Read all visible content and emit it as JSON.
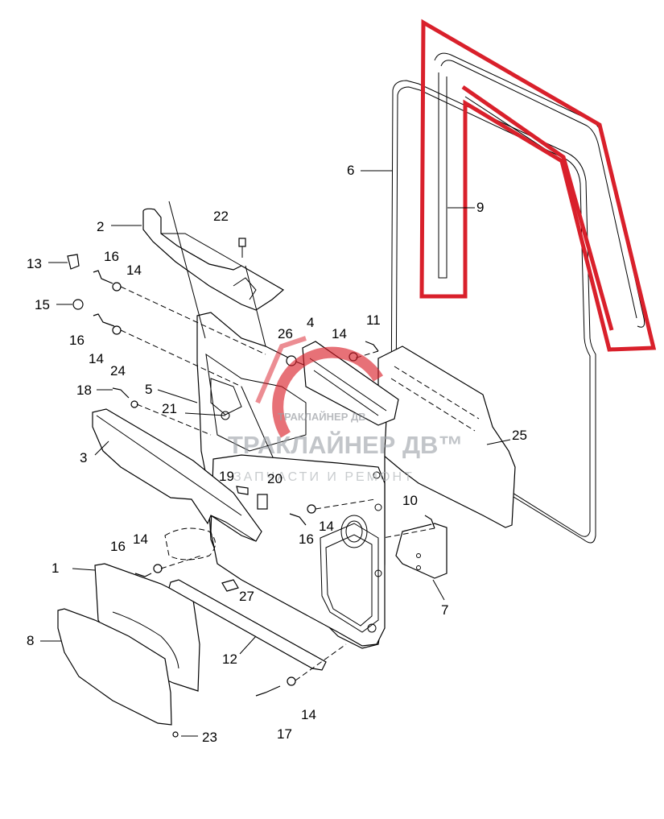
{
  "labels": {
    "p1": "1",
    "p2": "2",
    "p3": "3",
    "p4": "4",
    "p5": "5",
    "p6": "6",
    "p7": "7",
    "p8": "8",
    "p9": "9",
    "p10": "10",
    "p11": "11",
    "p12": "12",
    "p13": "13",
    "p14a": "14",
    "p14b": "14",
    "p14c": "14",
    "p14d": "14",
    "p14e": "14",
    "p14f": "14",
    "p15": "15",
    "p16a": "16",
    "p16b": "16",
    "p16c": "16",
    "p16d": "16",
    "p17": "17",
    "p18": "18",
    "p19": "19",
    "p20": "20",
    "p21": "21",
    "p22": "22",
    "p23": "23",
    "p24": "24",
    "p25": "25",
    "p26": "26",
    "p27": "27"
  },
  "watermark": {
    "brand": "ТРАКЛАЙНЕР ДВ™",
    "tagline": "ЗАПЧАСТИ И РЕМОНТ",
    "logo_text": "ТРАКЛАЙНЕР ДВ"
  },
  "colors": {
    "highlight": "#d9202b",
    "watermark_red": "#d9202b",
    "line": "#000000"
  }
}
